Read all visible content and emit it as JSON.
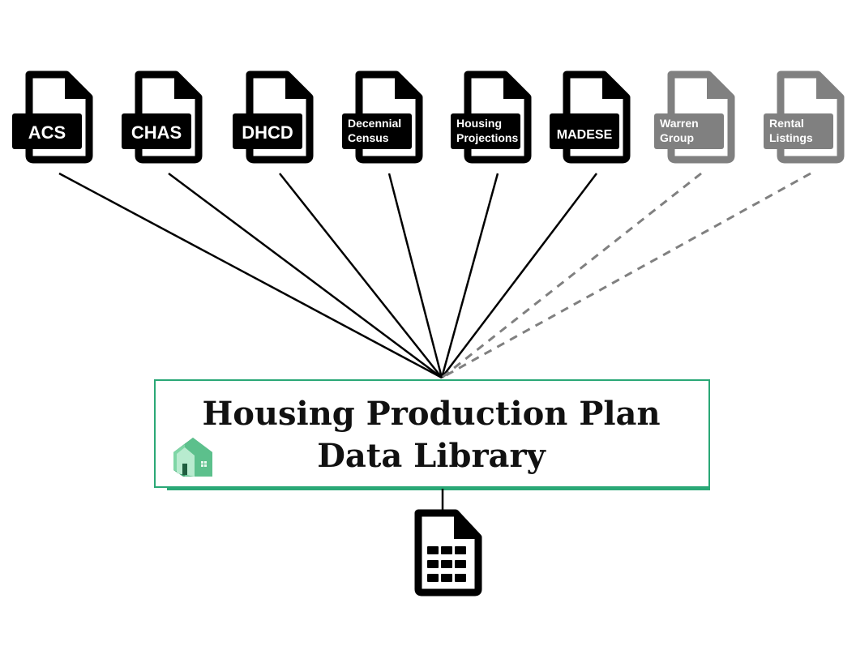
{
  "title": {
    "line1": "Housing Production Plan",
    "line2": "Data Library"
  },
  "sources": [
    {
      "lines": [
        "ACS"
      ],
      "status": "active"
    },
    {
      "lines": [
        "CHAS"
      ],
      "status": "active"
    },
    {
      "lines": [
        "DHCD"
      ],
      "status": "active"
    },
    {
      "lines": [
        "Decennial",
        "Census"
      ],
      "status": "active"
    },
    {
      "lines": [
        "Housing",
        "Projections"
      ],
      "status": "active"
    },
    {
      "lines": [
        "MADESE"
      ],
      "status": "active"
    },
    {
      "lines": [
        "Warren",
        "Group"
      ],
      "status": "planned"
    },
    {
      "lines": [
        "Rental",
        "Listings"
      ],
      "status": "planned"
    }
  ],
  "colors": {
    "active": "#000000",
    "planned": "#808080",
    "accent": "#2aa876",
    "house_light": "#7fd6a6",
    "house_dark": "#3a9e6c"
  },
  "icons": {
    "source": "document-icon",
    "house": "house-icon",
    "output": "spreadsheet-icon"
  }
}
